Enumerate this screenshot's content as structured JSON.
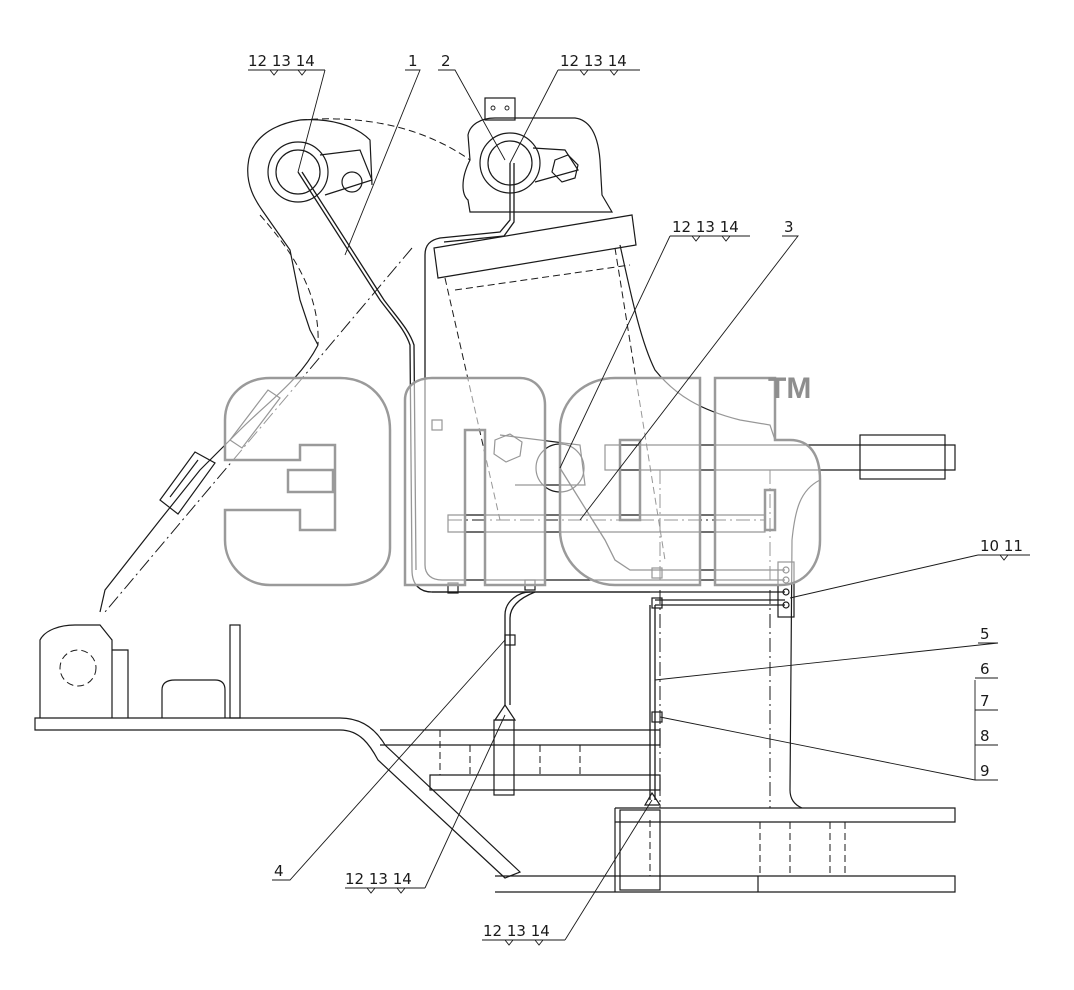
{
  "callouts": {
    "c1": "12 13 14",
    "c2": "12 13 14",
    "c3": "12 13 14",
    "c4": "12 13 14",
    "c5": "12 13 14",
    "n1": "1",
    "n2": "2",
    "n3": "3",
    "n4": "4",
    "n5": "5",
    "n6": "6",
    "n7": "7",
    "n8": "8",
    "n9": "9",
    "n10_11": "10 11"
  },
  "watermark": {
    "trademark": "TM"
  }
}
